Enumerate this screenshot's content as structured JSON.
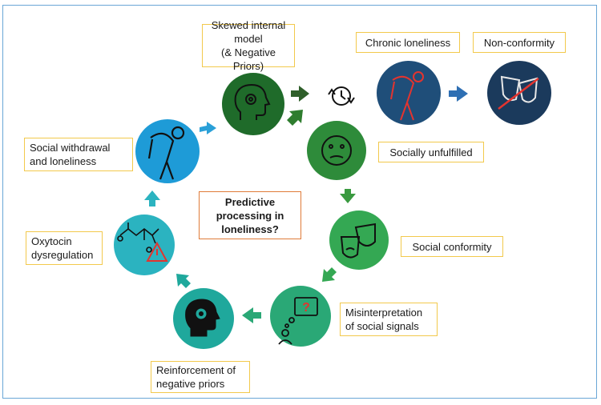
{
  "center": "Predictive\nprocessing in\nloneliness?",
  "labels": {
    "skewed": "Skewed internal\nmodel\n(& Negative Priors)",
    "chronic": "Chronic loneliness",
    "nonconformity": "Non-conformity",
    "unfulfilled": "Socially unfulfilled",
    "conformity": "Social conformity",
    "misinterpretation": "Misinterpretation\nof social signals",
    "reinforcement": "Reinforcement of\nnegative priors",
    "oxytocin": "Oxytocin\ndysregulation",
    "withdrawal": "Social withdrawal\nand loneliness"
  },
  "colors": {
    "dark_green": "#1f6b2a",
    "green": "#2e8b3a",
    "mid_green": "#34a853",
    "teal_green": "#2aa876",
    "teal": "#1fa89c",
    "light_teal": "#2bb3c0",
    "sky_blue": "#1e9bd7",
    "navy": "#1f4e79",
    "dark_blue": "#1b3a5c",
    "label_border": "#f2c94c",
    "center_border": "#e07b39"
  },
  "icons": [
    "head-gear-icon",
    "cycle-clock-icon",
    "slouched-person-icon",
    "theater-masks-crossed-icon",
    "sad-face-icon",
    "theater-masks-icon",
    "speech-bubble-question-icon",
    "head-gear-icon",
    "molecule-warning-icon",
    "slouched-person-icon"
  ]
}
